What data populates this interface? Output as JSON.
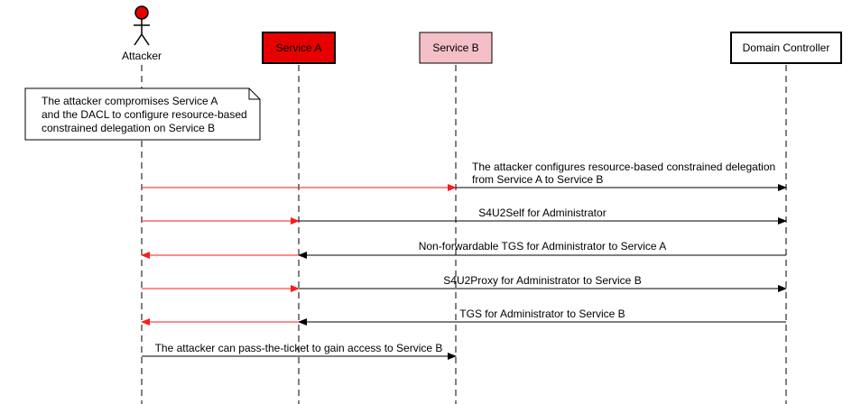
{
  "colors": {
    "attack": "#ff1a1a",
    "normal": "#000000",
    "service_a_fill": "#e60000",
    "service_b_fill": "#f5bfc8",
    "dc_fill": "#ffffff",
    "attacker_head": "#e60000"
  },
  "participants": {
    "attacker": {
      "label": "Attacker",
      "icon": "stick-figure-icon"
    },
    "service_a": {
      "label": "Service A"
    },
    "service_b": {
      "label": "Service B"
    },
    "dc": {
      "label": "Domain Controller"
    }
  },
  "note": {
    "lines": [
      "The attacker compromises Service A",
      "and the DACL to configure resource-based",
      "constrained delegation on Service B"
    ]
  },
  "messages": [
    {
      "lines": [
        "The attacker configures resource-based constrained delegation",
        "from Service A to Service B"
      ],
      "from": "attacker",
      "to": "dc",
      "attack_until": "service_b"
    },
    {
      "lines": [
        "S4U2Self for Administrator"
      ],
      "from": "attacker",
      "to": "dc",
      "attack_until": "service_a"
    },
    {
      "lines": [
        "Non-forwardable TGS for Administrator to Service A"
      ],
      "from": "dc",
      "to": "attacker",
      "attack_until": "service_a"
    },
    {
      "lines": [
        "S4U2Proxy for Administrator to Service B"
      ],
      "from": "attacker",
      "to": "dc",
      "attack_until": "service_a"
    },
    {
      "lines": [
        "TGS for Administrator to Service B"
      ],
      "from": "dc",
      "to": "attacker",
      "attack_until": "service_a"
    },
    {
      "lines": [
        "The attacker can pass-the-ticket to gain access to Service B"
      ],
      "from": "attacker",
      "to": "service_b",
      "attack_until": null
    }
  ]
}
